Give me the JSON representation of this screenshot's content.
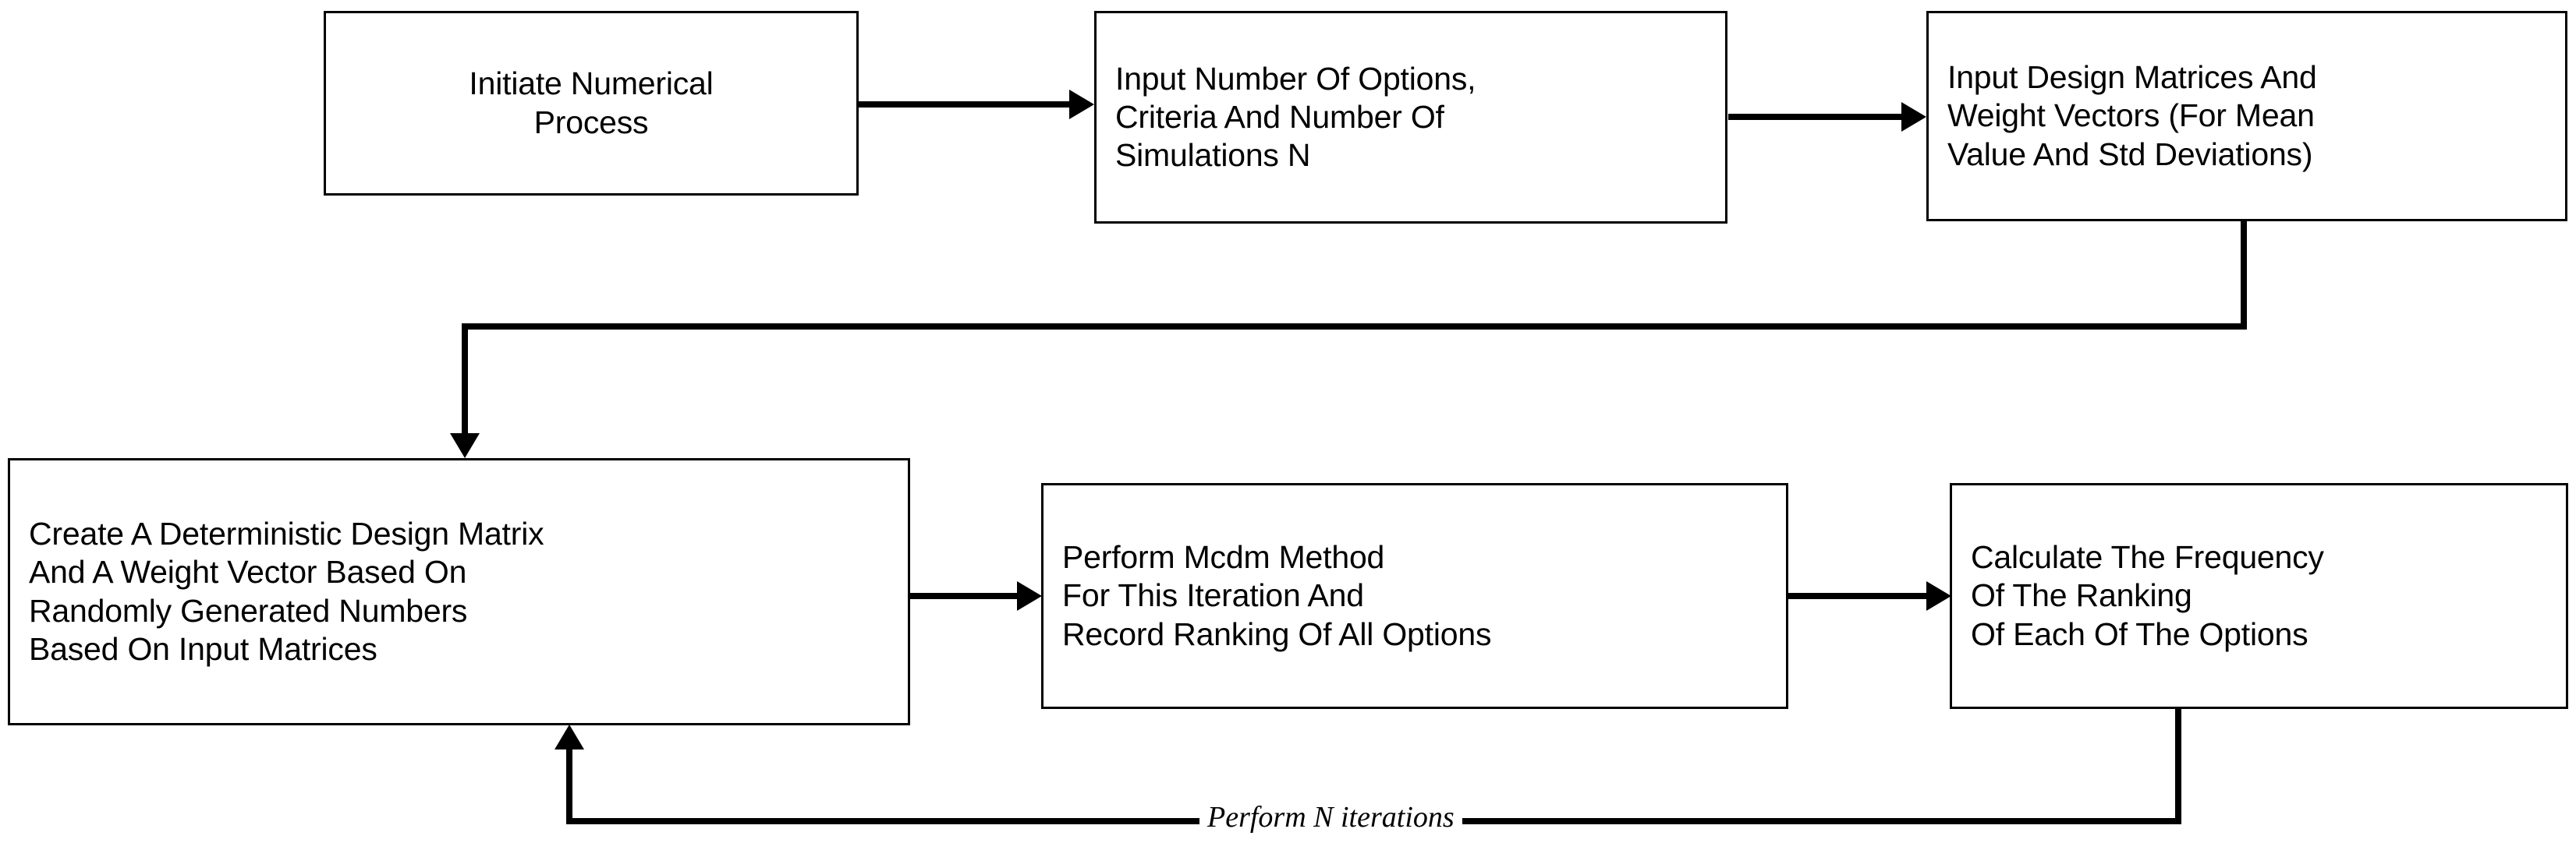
{
  "diagram": {
    "title": "Numerical Simulation Process Flowchart",
    "background_color": "#ffffff",
    "line_color": "#000000",
    "text_color": "#000000"
  },
  "nodes": [
    {
      "id": "initiate",
      "label": "Initiate Numerical\nProcess",
      "align": "center"
    },
    {
      "id": "input_counts",
      "label": "Input Number Of Options,\nCriteria And Number Of\nSimulations N",
      "align": "left"
    },
    {
      "id": "input_matrices",
      "label": "Input Design Matrices And\nWeight Vectors (For Mean\nValue And Std Deviations)",
      "align": "left"
    },
    {
      "id": "create_matrix",
      "label": "Create A Deterministic Design Matrix\nAnd A Weight Vector Based On\nRandomly Generated Numbers\nBased On Input Matrices",
      "align": "left"
    },
    {
      "id": "perform_mcdm",
      "label": "Perform Mcdm Method\nFor This Iteration And\nRecord Ranking Of All Options",
      "align": "left"
    },
    {
      "id": "calc_frequency",
      "label": "Calculate The Frequency\nOf The Ranking\nOf Each Of The Options",
      "align": "left"
    }
  ],
  "edges": [
    {
      "id": "initiate_to_input_counts",
      "from": "initiate",
      "to": "input_counts",
      "label": ""
    },
    {
      "id": "input_counts_to_matrices",
      "from": "input_counts",
      "to": "input_matrices",
      "label": ""
    },
    {
      "id": "matrices_to_create",
      "from": "input_matrices",
      "to": "create_matrix",
      "label": ""
    },
    {
      "id": "create_to_mcdm",
      "from": "create_matrix",
      "to": "perform_mcdm",
      "label": ""
    },
    {
      "id": "mcdm_to_frequency",
      "from": "perform_mcdm",
      "to": "calc_frequency",
      "label": ""
    },
    {
      "id": "frequency_loop_to_create",
      "from": "calc_frequency",
      "to": "create_matrix",
      "label": "Perform  N iterations"
    }
  ]
}
